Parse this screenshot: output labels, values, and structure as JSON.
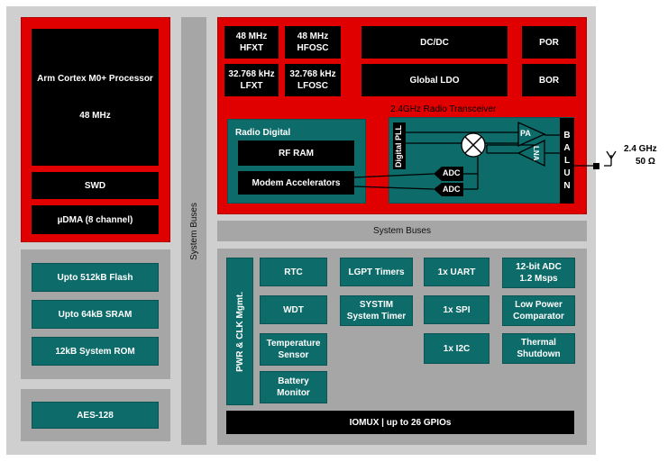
{
  "cpu": {
    "processor": "Arm Cortex M0+ Processor",
    "freq": "48 MHz",
    "swd": "SWD",
    "dma": "µDMA (8 channel)"
  },
  "memory": {
    "flash": "Upto 512kB Flash",
    "sram": "Upto 64kB SRAM",
    "rom": "12kB System ROM"
  },
  "security": {
    "aes": "AES-128"
  },
  "system_buses_vertical": "System Buses",
  "system_buses_horizontal": "System Buses",
  "clocks": {
    "hfxt": "48 MHz\nHFXT",
    "hfosc": "48 MHz\nHFOSC",
    "lfxt": "32.768 kHz\nLFXT",
    "lfosc": "32.768 kHz\nLFOSC"
  },
  "power": {
    "dcdc": "DC/DC",
    "ldo": "Global LDO",
    "por": "POR",
    "bor": "BOR"
  },
  "radio_digital": {
    "title": "Radio Digital",
    "rf_ram": "RF RAM",
    "modem": "Modem Accelerators"
  },
  "transceiver": {
    "title": "2.4GHz Radio Transceiver",
    "pll": "Digital PLL",
    "pa": "PA",
    "lna": "LNA",
    "adc1": "ADC",
    "adc2": "ADC",
    "balun": "BALUN"
  },
  "antenna": {
    "freq": "2.4 GHz",
    "impedance": "50 Ω"
  },
  "peripherals": {
    "pwr_clk": "PWR & CLK Mgmt.",
    "rtc": "RTC",
    "wdt": "WDT",
    "temp": "Temperature\nSensor",
    "battery": "Battery\nMonitor",
    "lgpt": "LGPT Timers",
    "systim": "SYSTIM\nSystem Timer",
    "uart": "1x UART",
    "spi": "1x SPI",
    "i2c": "1x I2C",
    "adc": "12-bit ADC\n1.2 Msps",
    "comparator": "Low Power\nComparator",
    "thermal": "Thermal\nShutdown",
    "iomux": "IOMUX | up to 26 GPIOs"
  },
  "colors": {
    "red": "#e00000",
    "teal": "#0d6b69",
    "black": "#000000",
    "gray": "#a6a6a6"
  }
}
